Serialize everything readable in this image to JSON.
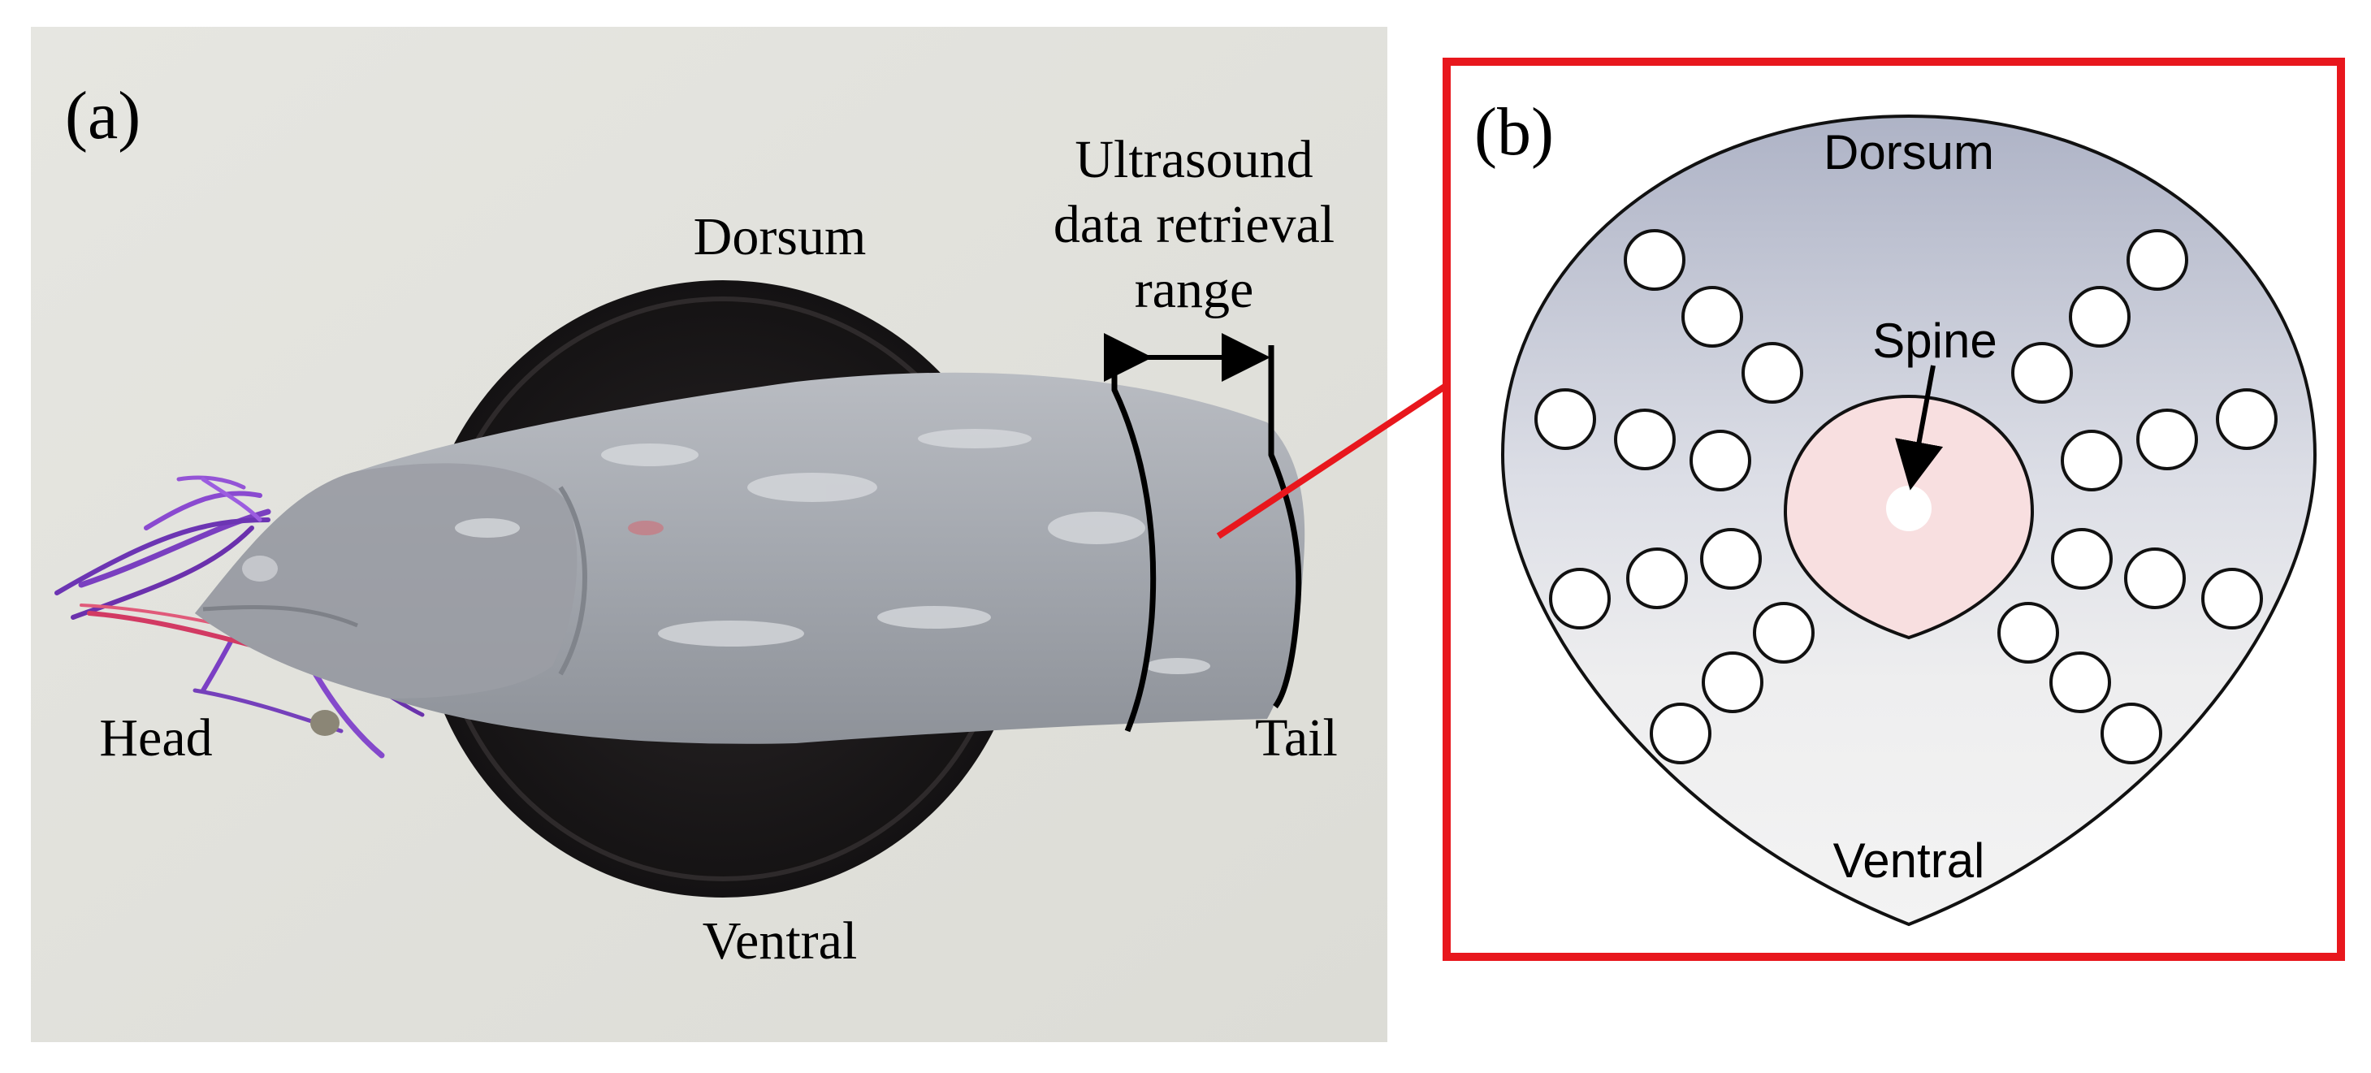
{
  "panel_a": {
    "label": "(a)",
    "dorsum": "Dorsum",
    "ventral": "Ventral",
    "head": "Head",
    "tail": "Tail",
    "range_label": [
      "Ultrasound",
      "data retrieval",
      "range"
    ]
  },
  "panel_b": {
    "label": "(b)",
    "dorsum": "Dorsum",
    "ventral": "Ventral",
    "spine": "Spine"
  },
  "colors": {
    "frame": "#e8171d",
    "background_photo": "#e9e8e4",
    "plate": "#1d1a1b",
    "fish": "#a9acb2",
    "spine_region": "#f8dfe0",
    "cross_section_top": "#b3b8ca",
    "cross_section_bottom": "#f1f1f1"
  }
}
